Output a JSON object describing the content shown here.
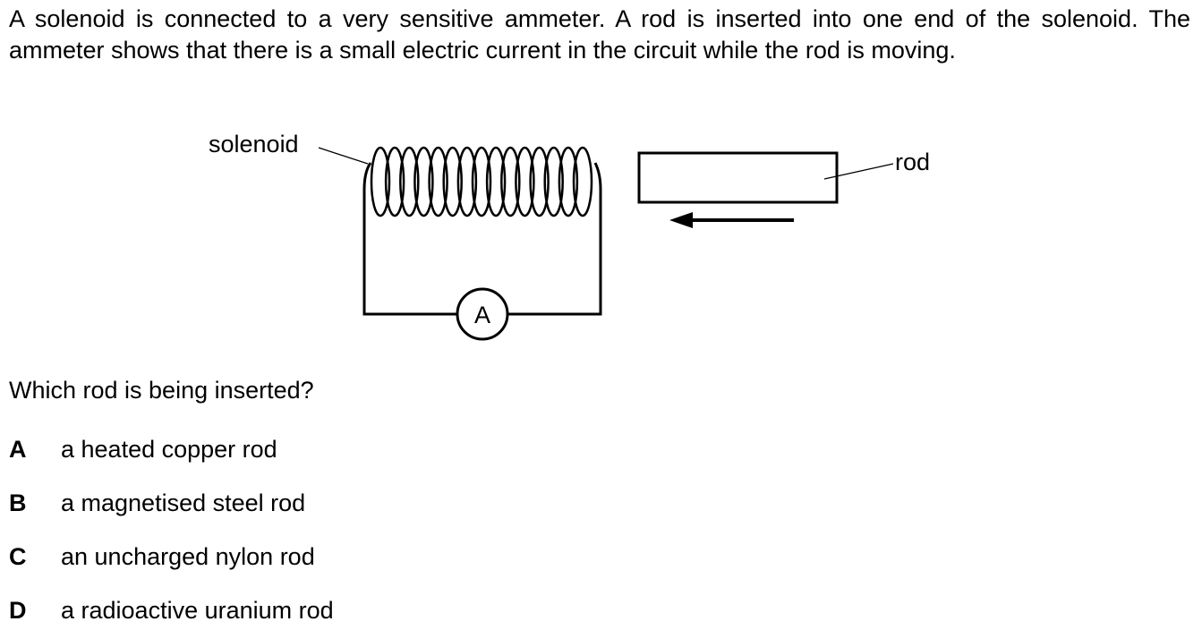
{
  "question": {
    "stem": "A solenoid is connected to a very sensitive ammeter. A rod is inserted into one end of the solenoid. The ammeter shows that there is a small electric current in the circuit while the rod is moving.",
    "prompt": "Which rod is being inserted?"
  },
  "diagram": {
    "solenoid_label": "solenoid",
    "rod_label": "rod",
    "ammeter_symbol": "A",
    "arrow_icon": "arrow-left-icon"
  },
  "options": [
    {
      "letter": "A",
      "text": "a heated copper rod"
    },
    {
      "letter": "B",
      "text": "a magnetised steel rod"
    },
    {
      "letter": "C",
      "text": "an uncharged nylon rod"
    },
    {
      "letter": "D",
      "text": "a radioactive uranium rod"
    }
  ]
}
